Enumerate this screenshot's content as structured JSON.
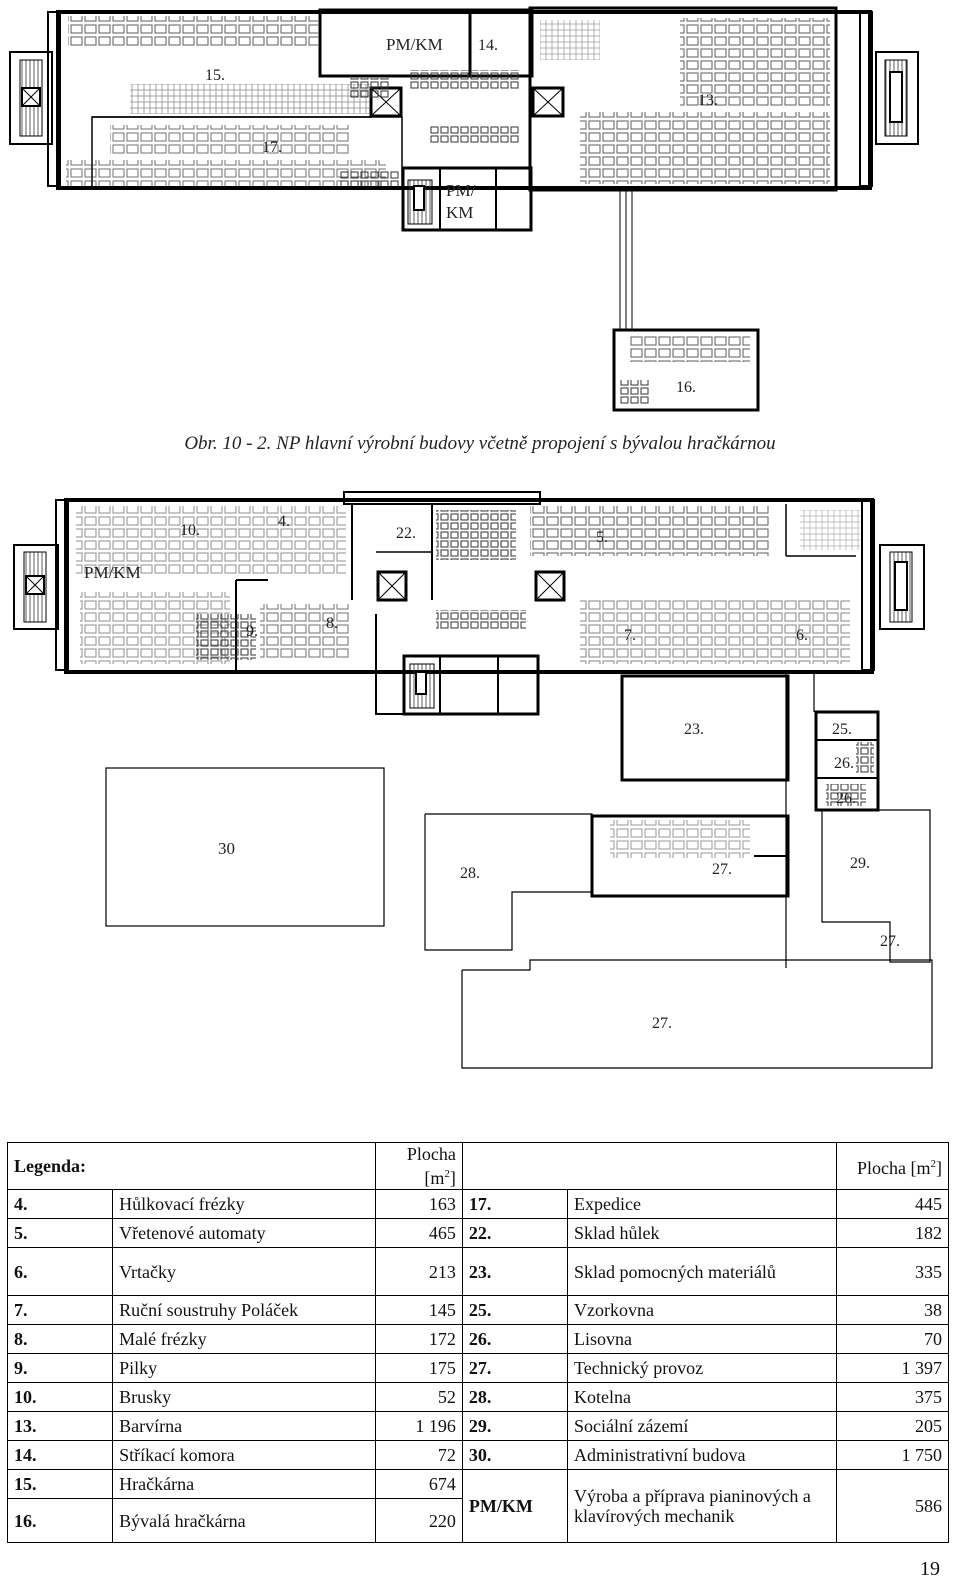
{
  "figure": {
    "caption": "Obr. 10 - 2. NP hlavní výrobní budovy včetně propojení s bývalou hračkárnou"
  },
  "plan_top_labels": {
    "r15": "15.",
    "r17": "17.",
    "pmkm_a": "PM/KM",
    "r14": "14.",
    "r13": "13.",
    "pm_b1": "PM/",
    "pm_b2": "KM",
    "r16": "16."
  },
  "plan_bottom_labels": {
    "r10": "10.",
    "r4": "4.",
    "pmkm": "PM/KM",
    "r9": "9.",
    "r8": "8.",
    "r22": "22.",
    "r5": "5.",
    "r7": "7.",
    "r6": "6.",
    "r23": "23.",
    "r25": "25.",
    "r26a": "26.",
    "r26b": "26.",
    "r30": "30",
    "r28": "28.",
    "r27a": "27.",
    "r29": "29.",
    "r27b": "27.",
    "r27c": "27."
  },
  "legend": {
    "title": "Legenda:",
    "area_header_left": "Plocha [m",
    "area_header_right": "Plocha [m",
    "area_sup": "2",
    "area_close": "]",
    "rows": [
      {
        "no": "4.",
        "name": "Hůlkovací frézky",
        "area": "163",
        "no2": "17.",
        "name2": "Expedice",
        "area2": "445"
      },
      {
        "no": "5.",
        "name": "Vřetenové automaty",
        "area": "465",
        "no2": "22.",
        "name2": "Sklad hůlek",
        "area2": "182"
      },
      {
        "no": "6.",
        "name": "Vrtačky",
        "area": "213",
        "no2": "23.",
        "name2": "Sklad pomocných materiálů",
        "area2": "335"
      },
      {
        "no": "7.",
        "name": "Ruční soustruhy Poláček",
        "area": "145",
        "no2": "25.",
        "name2": "Vzorkovna",
        "area2": "38"
      },
      {
        "no": "8.",
        "name": "Malé frézky",
        "area": "172",
        "no2": "26.",
        "name2": "Lisovna",
        "area2": "70"
      },
      {
        "no": "9.",
        "name": "Pilky",
        "area": "175",
        "no2": "27.",
        "name2": "Technický provoz",
        "area2": "1 397"
      },
      {
        "no": "10.",
        "name": "Brusky",
        "area": "52",
        "no2": "28.",
        "name2": "Kotelna",
        "area2": "375"
      },
      {
        "no": "13.",
        "name": "Barvírna",
        "area": "1 196",
        "no2": "29.",
        "name2": "Sociální zázemí",
        "area2": "205"
      },
      {
        "no": "14.",
        "name": "Stříkací komora",
        "area": "72",
        "no2": "30.",
        "name2": "Administrativní budova",
        "area2": "1 750"
      },
      {
        "no": "15.",
        "name": "Hračkárna",
        "area": "674"
      },
      {
        "no": "16.",
        "name": "Bývalá hračkárna",
        "area": "220"
      }
    ],
    "pmkm_row": {
      "no": "PM/KM",
      "name": "Výroba a příprava pianinových a klavírových mechanik",
      "area": "586"
    }
  },
  "page_number": "19"
}
